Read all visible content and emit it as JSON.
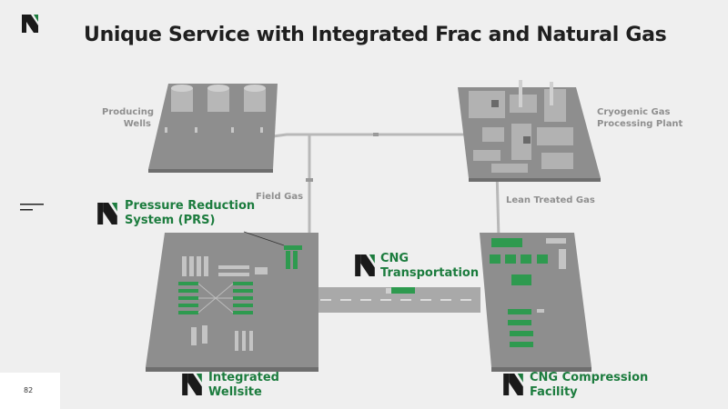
{
  "slide": {
    "title": "Unique Service with Integrated Frac and Natural Gas",
    "page_number": "82"
  },
  "labels": {
    "producing_wells": [
      "Producing",
      "Wells"
    ],
    "cryogenic_plant": [
      "Cryogenic Gas",
      "Processing Plant"
    ],
    "field_gas": "Field Gas",
    "lean_treated_gas": "Lean Treated Gas",
    "prs": [
      "Pressure Reduction",
      "System (PRS)"
    ],
    "cng_transport": [
      "CNG",
      "Transportation"
    ],
    "integrated_wellsite": [
      "Integrated",
      "Wellsite"
    ],
    "cng_compression": [
      "CNG Compression",
      "Facility"
    ]
  },
  "colors": {
    "brand_green": "#1c7c3e",
    "logo_dark": "#1a1a1a",
    "platform_gray": "#8e8e8e",
    "text_gray": "#8f8f8f"
  },
  "icons": [
    "logo-icon",
    "menu-lines-icon"
  ]
}
